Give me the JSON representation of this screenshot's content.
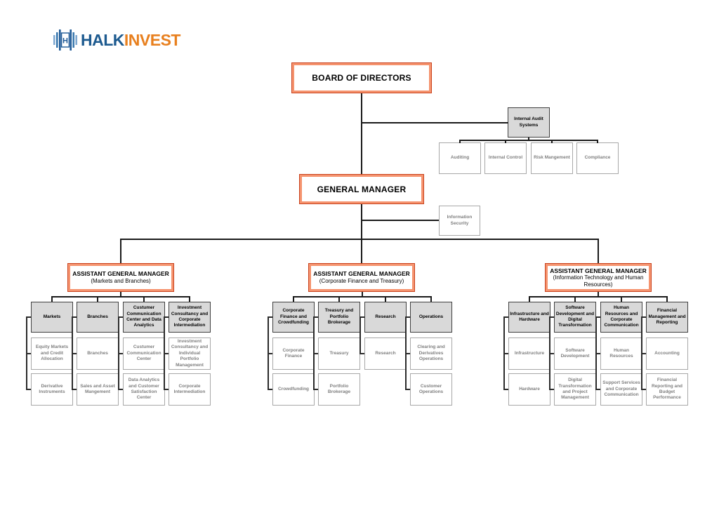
{
  "logo": {
    "halk": "HALK",
    "invest": "INVEST"
  },
  "colors": {
    "accent_orange_dark": "#c9431f",
    "accent_orange_light": "#f5936e",
    "logo_blue": "#1d5a8f",
    "logo_orange": "#e8801f",
    "header_gray_fill": "#d9d9d9",
    "sub_text_gray": "#7f7f7f",
    "line_black": "#1a1a1a"
  },
  "top": {
    "board": "BOARD OF DIRECTORS",
    "general_manager": "GENERAL MANAGER",
    "internal_audit": "Internal Audit Systems",
    "audit_children": [
      "Auditing",
      "Internal Control",
      "Risk Mangement",
      "Compliance"
    ],
    "information_security": "Information Security"
  },
  "divisions": [
    {
      "title": "ASSISTANT GENERAL MANAGER",
      "subtitle": "(Markets and Branches)",
      "columns": [
        {
          "header": "Markets",
          "children": [
            "Equity Markets and Credit Allocation",
            "Derivative Instruments"
          ]
        },
        {
          "header": "Branches",
          "children": [
            "Branches",
            "Sales and Asset Mangement"
          ]
        },
        {
          "header": "Custumer Communication Center and Data Analytics",
          "children": [
            "Custumer Communication Center",
            "Data Analytics and Customer Satisfaction Center"
          ]
        },
        {
          "header": "Investment Consultancy and Corporate Intermediation",
          "children": [
            "Investment Consultancy and Individual Portfolio Management",
            "Corporate Intermediation"
          ]
        }
      ]
    },
    {
      "title": "ASSISTANT GENERAL MANAGER",
      "subtitle": "(Corporate Finance and Treasury)",
      "columns": [
        {
          "header": "Corporate Finance and Crowdfunding",
          "children": [
            "Corporate Finance",
            "Crowdfunding"
          ]
        },
        {
          "header": "Treasury and Portfolio Brokerage",
          "children": [
            "Treasury",
            "Portfolio Brokerage"
          ]
        },
        {
          "header": "Research",
          "children": [
            "Research"
          ]
        },
        {
          "header": "Operations",
          "children": [
            "Clearing and Derivatives Operations",
            "Customer Operations"
          ]
        }
      ]
    },
    {
      "title": "ASSISTANT GENERAL MANAGER",
      "subtitle": "(Information Technology and Human Resources)",
      "columns": [
        {
          "header": "Infrastructure and Hardware",
          "children": [
            "Infrastructure",
            "Hardware"
          ]
        },
        {
          "header": "Software Development and Digital Transformation",
          "children": [
            "Software Development",
            "Digital Transformation and Project Management"
          ]
        },
        {
          "header": "Human Resources and Corporate Communication",
          "children": [
            "Human Resources",
            "Support Services and Corporate Communication"
          ]
        },
        {
          "header": "Financial Management and Reporting",
          "children": [
            "Accounting",
            "Financial Reporting and Budget Performance"
          ]
        }
      ]
    }
  ]
}
